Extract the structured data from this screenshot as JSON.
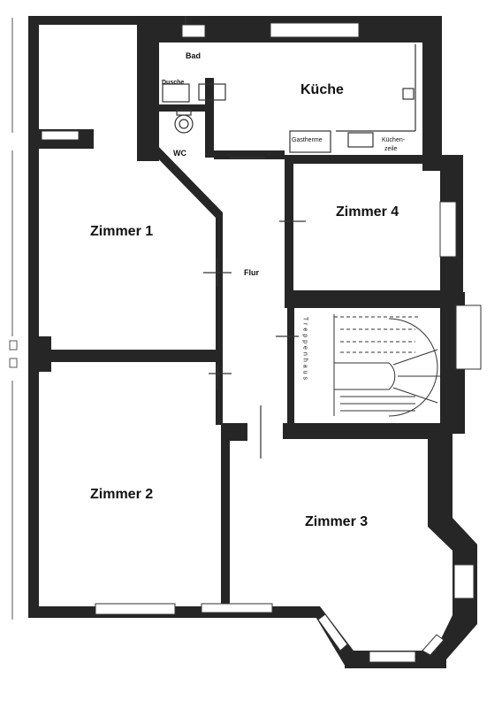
{
  "rooms": {
    "bad": "Bad",
    "dusche": "Dusche",
    "kueche": "Küche",
    "wc": "WC",
    "gastherme": "Gastherme",
    "kuechenzeile_line1": "Küchen-",
    "kuechenzeile_line2": "zeile",
    "zimmer1": "Zimmer 1",
    "zimmer2": "Zimmer 2",
    "zimmer3": "Zimmer 3",
    "zimmer4": "Zimmer 4",
    "flur": "Flur",
    "treppenhaus": "Treppenhaus"
  },
  "colors": {
    "wall": "#262626",
    "background": "#ffffff",
    "window": "#ffffff"
  }
}
